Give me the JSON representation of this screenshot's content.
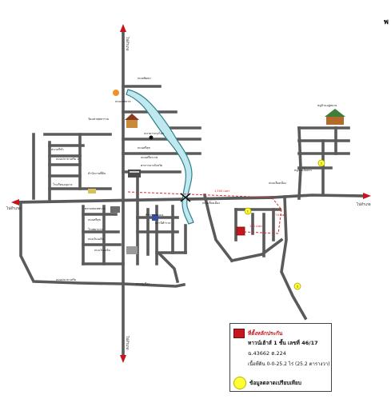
{
  "corner_text": "พ",
  "roads": {
    "main_north": "ไปอำเภอ",
    "main_south": "ไปอำเภอ",
    "main_west": "ไปอำเภอ",
    "main_east": "ไปอำเภอ",
    "labels": [
      "ถนนเทศบาล",
      "ถนนศรีสุข",
      "ถนนศรีสะเกษ",
      "ถนนพัฒนา",
      "ถนนเลี่ยงเมือง",
      "ถนนเลี่ยงเมือง",
      "ถนนศรีสุข",
      "ถนนวันเฉลิม",
      "ถนนวันเฉลิม",
      "ถนนประชาเสริม",
      "ถนนประชาเสริม 1",
      "ถนนคูเมือง"
    ]
  },
  "landmarks": [
    "หมู่บ้านอยู่สบาย",
    "วัดมหาพุทธาราม",
    "ธนาคารกรุงไทย",
    "ศาลากลางจังหวัด",
    "สถานีตำรวจ",
    "โรงเรียนอนุบาล",
    "ตลาดสดเทศบาล",
    "โรงพยาบาล",
    "สำนักงานที่ดิน",
    "ที่ว่าการอำเภอ",
    "สนามกีฬา",
    "หมู่บ้านจัดสรร"
  ],
  "distances": [
    "1,500 เมตร",
    "170 เมตร",
    "145 เมตร"
  ],
  "comparables": [
    "1",
    "2",
    "3"
  ],
  "legend": {
    "subject_title": "ที่ตั้งหลักประกัน",
    "subject_line1": "ทาวน์เฮ้าส์ 1 ชั้น เลขที่ 46/17",
    "subject_line2": "ฉ.43662 ต.224",
    "subject_line3": "เนื้อที่ดิน 0-0-25.2 ไร่ (25.2 ตารางวา)",
    "market_label": "ข้อมูลตลาดเปรียบเทียบ"
  },
  "colors": {
    "road": "#5a5a5a",
    "river_fill": "#bfe9ef",
    "river_edge": "#2f7f8c",
    "route": "#e0282d",
    "subject": "#c4161c",
    "comparable": "#ffff33"
  },
  "icons": [
    "direction-arrow-icon",
    "house-icon",
    "building-icon",
    "temple-icon",
    "bridge-icon",
    "school-icon"
  ]
}
